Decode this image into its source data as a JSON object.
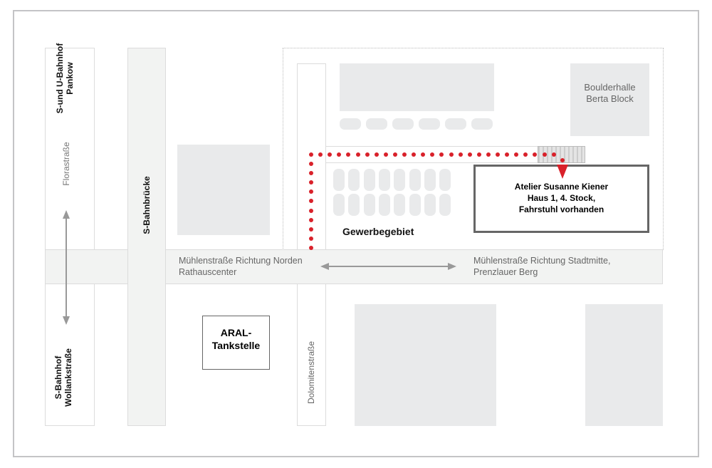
{
  "labels": {
    "station_north": "S-und U-Bahnhof Pankow",
    "florastrasse": "Florastraße",
    "station_south": "S-Bahnhof Wollankstraße",
    "sbahnbruecke": "S-Bahnbrücke",
    "muehlen_west_1": "Mühlenstraße Richtung Norden",
    "muehlen_west_2": "Rathauscenter",
    "muehlen_east_1": "Mühlenstraße Richtung Stadtmitte,",
    "muehlen_east_2": "Prenzlauer Berg",
    "dolomiten": "Dolomitenstraße",
    "aral": "ARAL-Tankstelle",
    "gewerbe": "Gewerbegebiet",
    "boulder_1": "Boulderhalle",
    "boulder_2": "Berta Block",
    "atelier_1": "Atelier Susanne Kiener",
    "atelier_2": "Haus 1, 4. Stock,",
    "atelier_3": "Fahrstuhl vorhanden"
  },
  "colors": {
    "route": "#d9212a",
    "block": "#e9eaeb",
    "road": "#f2f3f2"
  }
}
